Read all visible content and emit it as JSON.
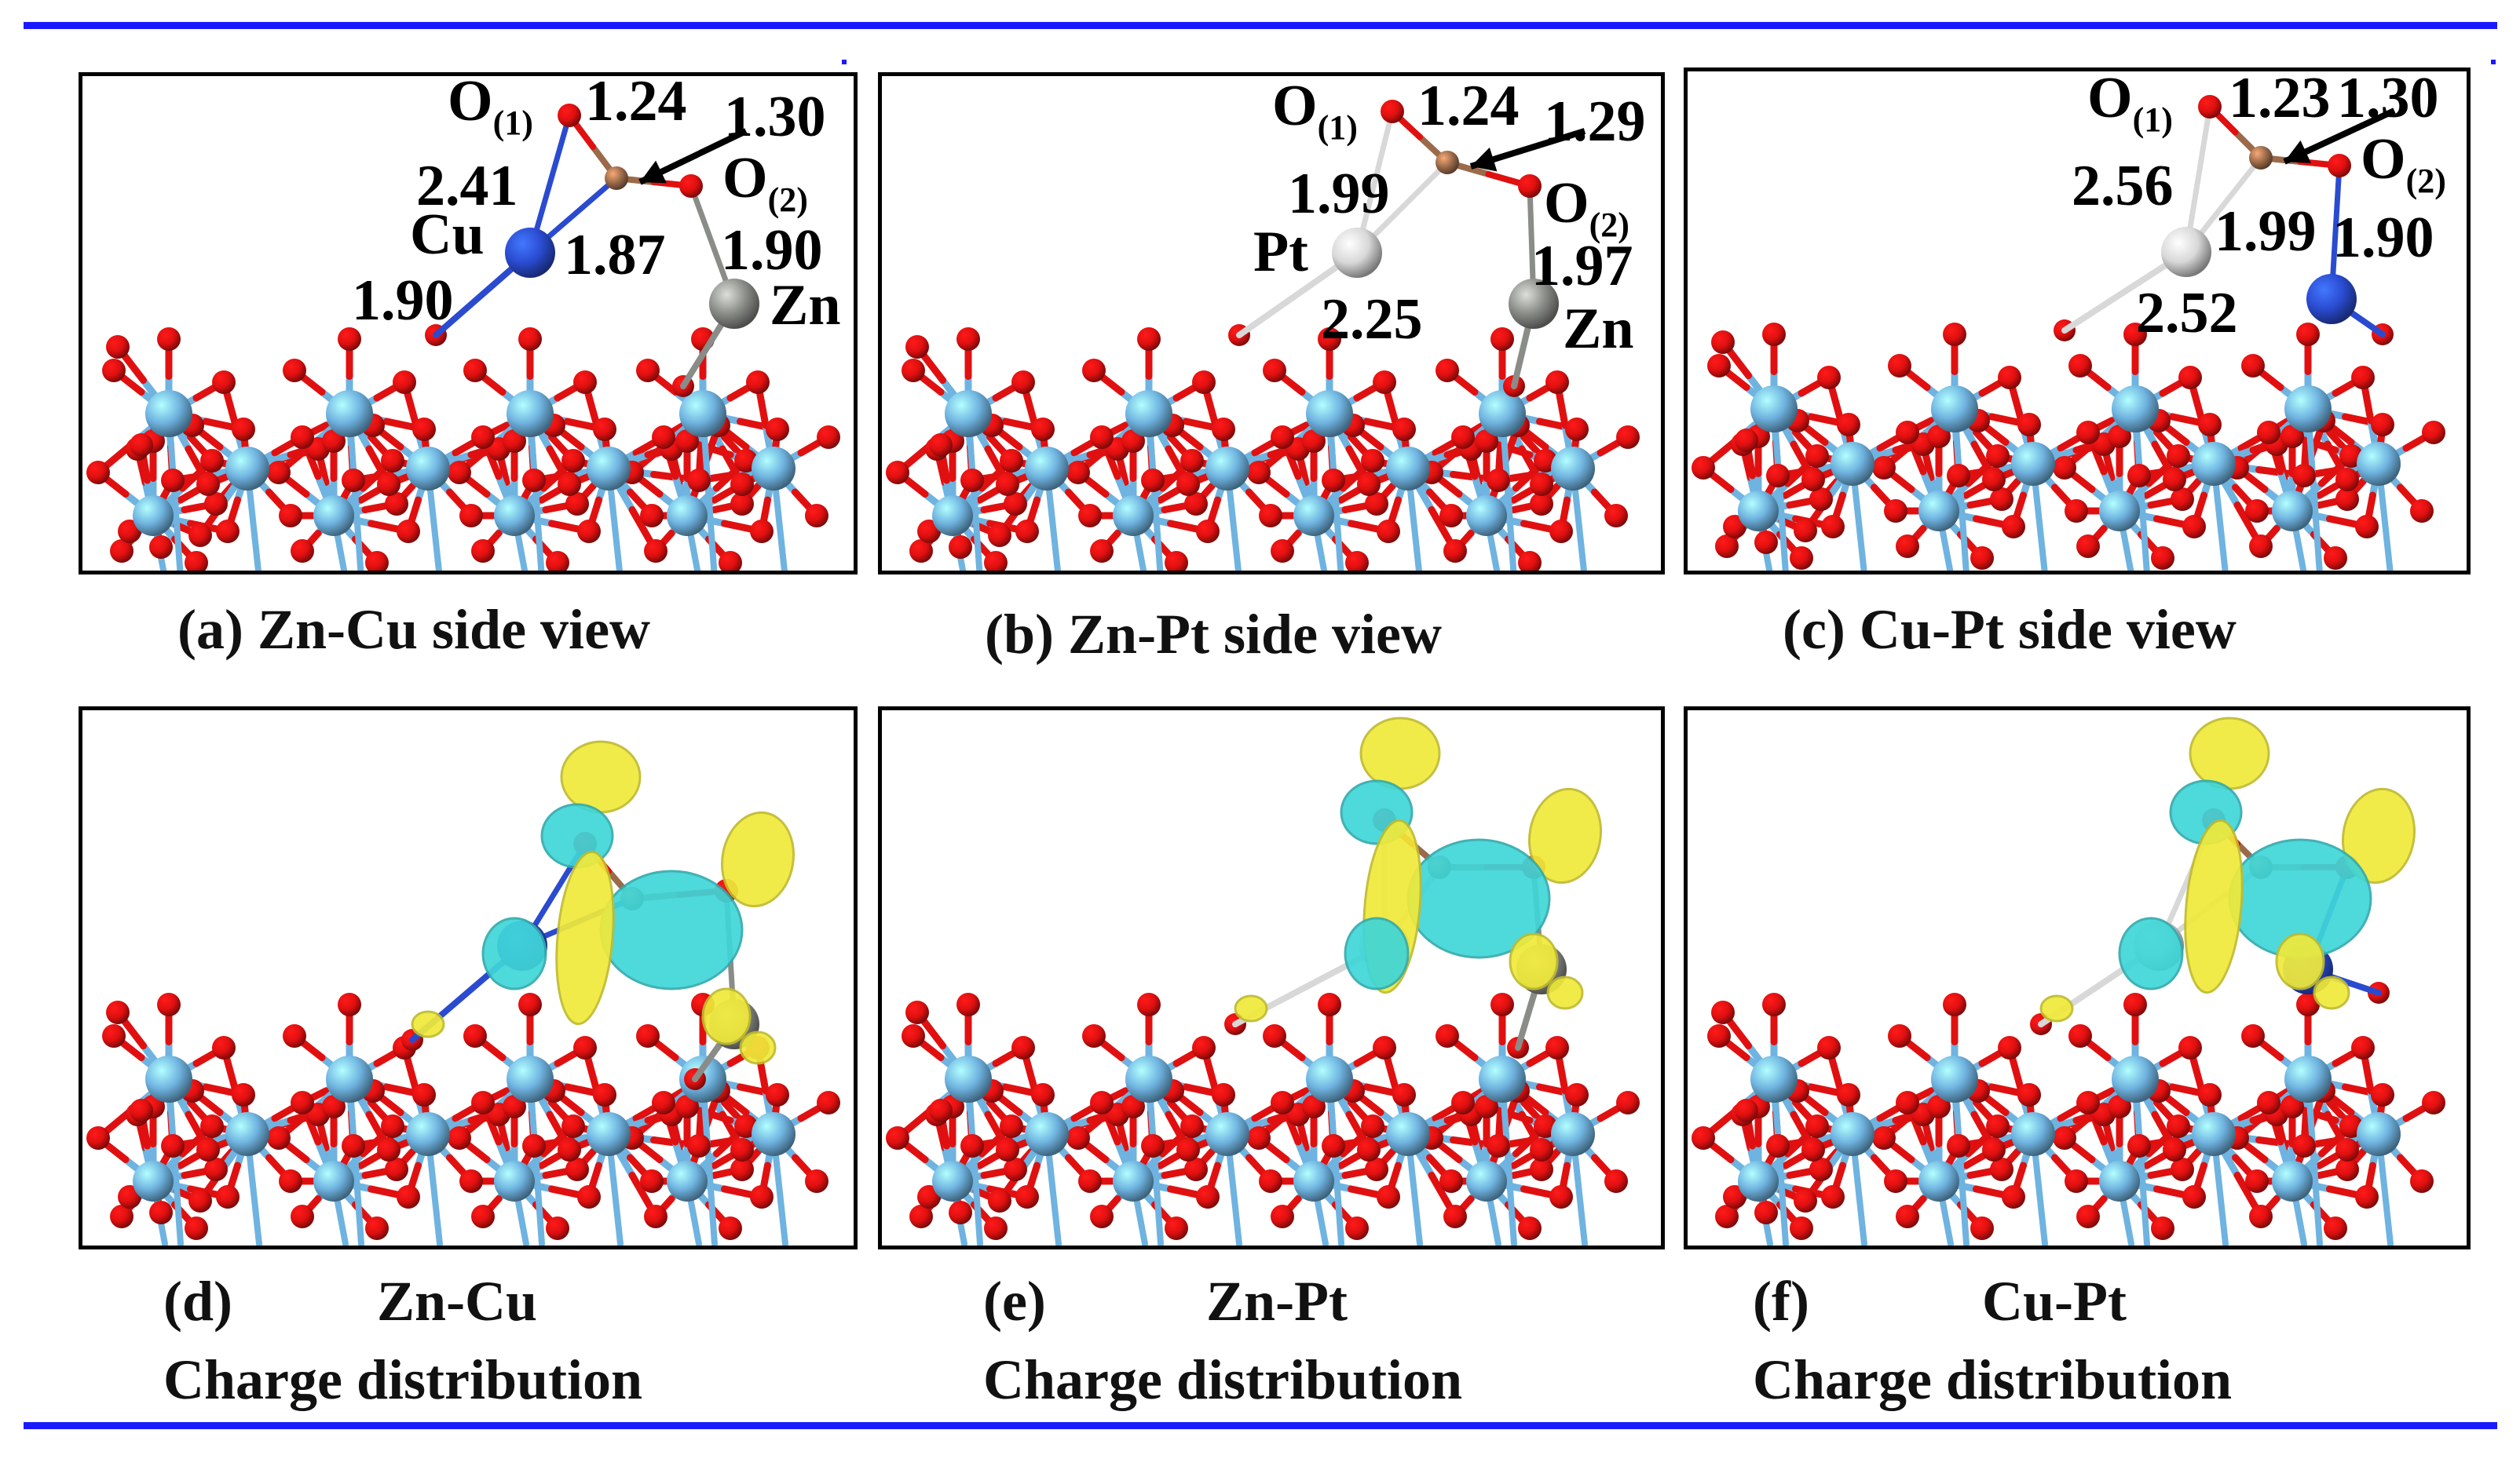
{
  "colors": {
    "rule": "#1a1aff",
    "oxygen": "#e01010",
    "metal_substrate": "#6fb3e0",
    "carbon": "#9b6a4a",
    "cu": "#2a4bd0",
    "pt": "#d8d8d8",
    "zn": "#8a8c88",
    "charge_accumulation": "#f0ea3a",
    "charge_depletion": "#3fd6d8"
  },
  "captions": {
    "a": "(a) Zn-Cu side view",
    "b": "(b) Zn-Pt side view",
    "c": "(c) Cu-Pt side view",
    "d_tag": "(d)",
    "d_name": "Zn-Cu",
    "e_tag": "(e)",
    "e_name": "Zn-Pt",
    "f_tag": "(f)",
    "f_name": "Cu-Pt",
    "charge": "Charge distribution"
  },
  "labels": {
    "a": {
      "o1": "O",
      "o1_sub": "(1)",
      "co1": "1.24",
      "co2": "1.30",
      "o2": "O",
      "o2_sub": "(2)",
      "m1o": "2.41",
      "m1": "Cu",
      "m1c": "1.87",
      "m2o": "1.90",
      "m1s": "1.90",
      "m2": "Zn"
    },
    "b": {
      "o1": "O",
      "o1_sub": "(1)",
      "co1": "1.24",
      "co2": "1.29",
      "o2": "O",
      "o2_sub": "(2)",
      "m1c": "1.99",
      "m1": "Pt",
      "m2o": "1.97",
      "m1s": "2.25",
      "m2": "Zn"
    },
    "c": {
      "o1": "O",
      "o1_sub": "(1)",
      "co1": "1.23",
      "co2": "1.30",
      "o2": "O",
      "o2_sub": "(2)",
      "m1o": "2.56",
      "m1c": "1.99",
      "m2o": "1.90",
      "m1s": "2.52"
    }
  }
}
